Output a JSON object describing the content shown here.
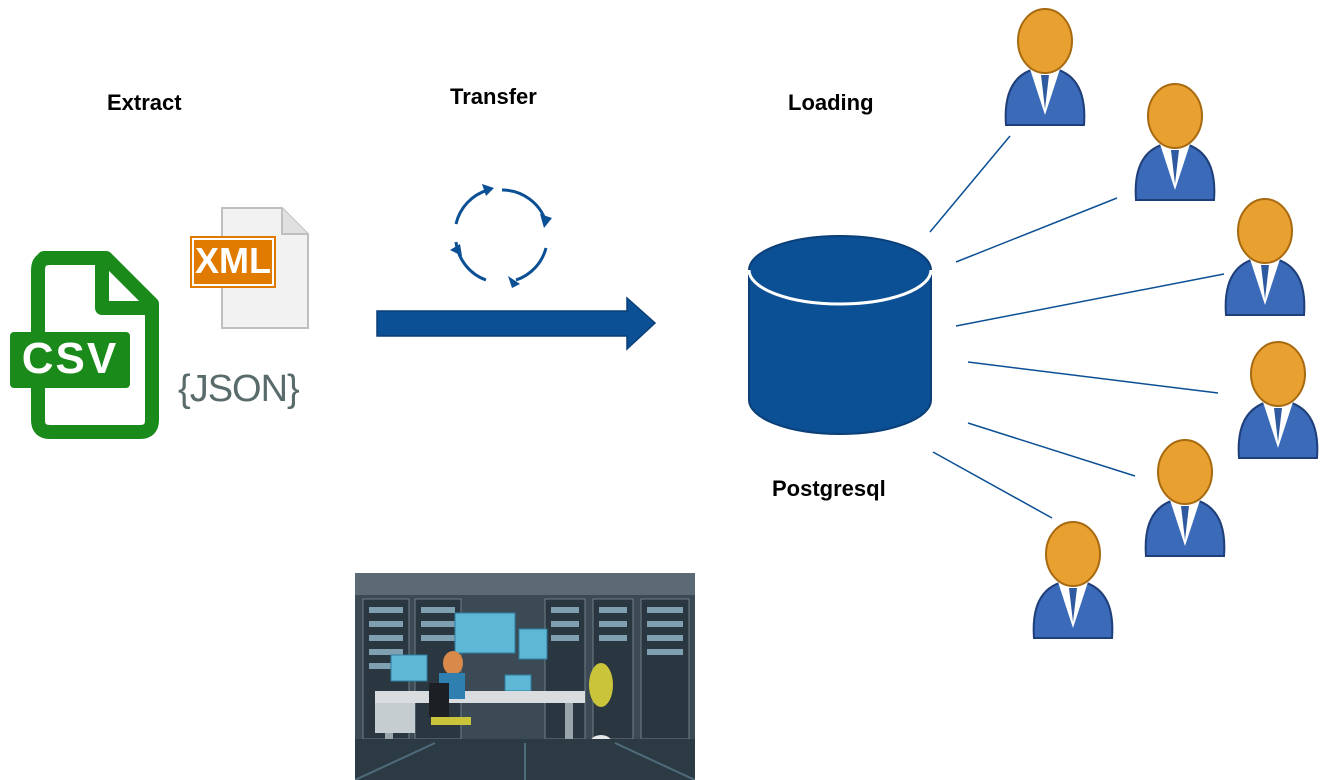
{
  "stages": {
    "extract": "Extract",
    "transfer": "Transfer",
    "loading": "Loading"
  },
  "database": {
    "label": "Postgresql",
    "color": "#0b4f94"
  },
  "files": {
    "csv": "CSV",
    "xml": "XML",
    "json": "{JSON}"
  },
  "colors": {
    "csv_green": "#1a8a1a",
    "xml_orange": "#e07b00",
    "arrow_blue": "#0b4f94",
    "user_head": "#e8a030",
    "user_body": "#3a6ab8"
  },
  "users": {
    "count": 6
  }
}
